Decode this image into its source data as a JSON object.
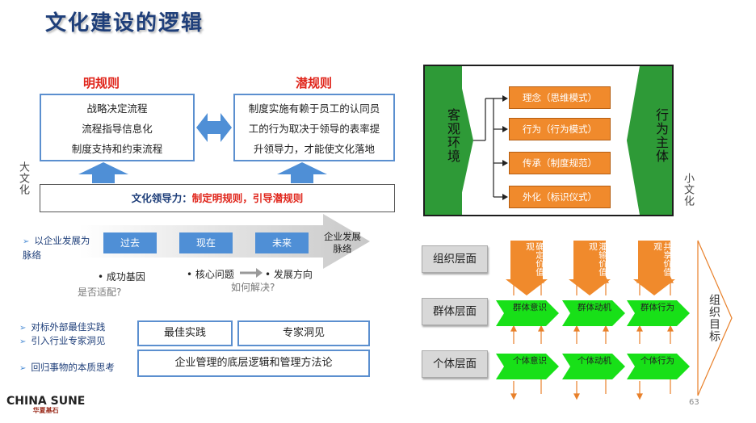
{
  "title": "文化建设的逻辑",
  "explicit": {
    "header": "明规则",
    "lines": [
      "战略决定流程",
      "流程指导信息化",
      "制度支持和约束流程"
    ]
  },
  "implicit": {
    "header": "潜规则",
    "lines": [
      "制度实施有赖于员工的认同员",
      "工的行为取决于领导的表率提",
      "升领导力，才能使文化落地"
    ]
  },
  "big_culture": "大文化",
  "small_culture": "小文化",
  "leadership": {
    "prefix": "文化领导力：",
    "text": "制定明规则，引导潜规则"
  },
  "timeline": {
    "bullet": "以企业发展为脉络",
    "stages": [
      "过去",
      "现在",
      "未来"
    ],
    "arrow_label": "企业发展脉络",
    "notes": {
      "success": "成功基因",
      "core": "核心问题",
      "direction": "发展方向"
    },
    "questions": {
      "fit": "是否适配?",
      "solve": "如何解决?"
    }
  },
  "bottom": {
    "bullets": [
      "对标外部最佳实践",
      "引入行业专家洞见",
      "回归事物的本质思考"
    ],
    "boxes": {
      "best": "最佳实践",
      "expert": "专家洞见",
      "logic": "企业管理的底层逻辑和管理方法论"
    }
  },
  "right": {
    "env": "客观环境",
    "subject": "行为主体",
    "items": [
      "理念（思维模式）",
      "行为（行为模式）",
      "传承（制度规范）",
      "外化（标识仪式）"
    ]
  },
  "levels": {
    "labels": [
      "组织层面",
      "群体层面",
      "个体层面"
    ],
    "value_arrows": [
      "确定价值观",
      "灌输价值观",
      "共享价值观"
    ],
    "group_arrows": [
      "群体意识",
      "群体动机",
      "群体行为"
    ],
    "individual_arrows": [
      "个体意识",
      "个体动机",
      "个体行为"
    ],
    "goal": "组织目标"
  },
  "page_number": "63",
  "logo": {
    "text": "CHINA SUNE",
    "sub": "华夏基石"
  },
  "colors": {
    "accent_blue": "#4f8fd6",
    "dark_blue": "#1f3f7a",
    "red": "#e0251b",
    "orange": "#f08a2c",
    "green": "#18e018",
    "panel_green": "#2e9a37"
  }
}
